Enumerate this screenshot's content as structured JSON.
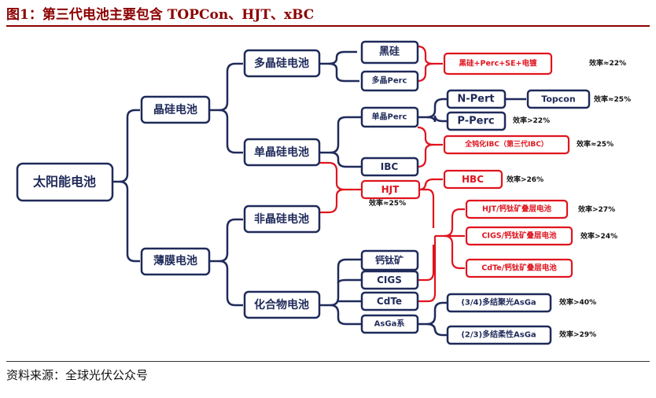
{
  "header": {
    "title": "图1：第三代电池主要包含 TOPCon、HJT、xBC"
  },
  "footer": {
    "source": "资料来源：全球光伏公众号"
  },
  "nodes": {
    "root": "太阳能电池",
    "crystalline": "晶硅电池",
    "thin_film": "薄膜电池",
    "multi_si": "多晶硅电池",
    "mono_si": "单晶硅电池",
    "amorphous_si": "非晶硅电池",
    "compound": "化合物电池",
    "black_si": "黑硅",
    "multi_perc": "多晶Perc",
    "mono_perc": "单晶Perc",
    "ibc": "IBC",
    "hjt": "HJT",
    "n_pert": "N-Pert",
    "p_perc": "P-Perc",
    "topcon": "Topcon",
    "black_si_combo": "黑硅+Perc+SE+电镀",
    "full_passivation_ibc": "全钝化IBC（第三代IBC）",
    "hbc": "HBC",
    "hjt_perovskite": "HJT/钙钛矿叠层电池",
    "cigs_perovskite": "CIGS/钙钛矿叠层电池",
    "cdte_perovskite": "CdTe/钙钛矿叠层电池",
    "perovskite": "钙钛矿",
    "cigs": "CIGS",
    "cdte": "CdTe",
    "asga": "AsGa系",
    "asga_34": "(3/4)多结聚光AsGa",
    "asga_23": "(2/3)多结柔性AsGa"
  },
  "efficiency": {
    "black_si_combo": "效率≈22%",
    "topcon": "效率≈25%",
    "p_perc": "效率>22%",
    "full_passivation_ibc": "效率≈25%",
    "hbc": "效率>26%",
    "hjt": "效率≈25%",
    "hjt_perovskite": "效率>27%",
    "cigs_perovskite": "效率>24%",
    "asga_34": "效率>40%",
    "asga_23": "效率>29%"
  },
  "colors": {
    "title": "#8B0000",
    "node_blue": "#1F2A5A",
    "node_red": "#E0141E"
  }
}
